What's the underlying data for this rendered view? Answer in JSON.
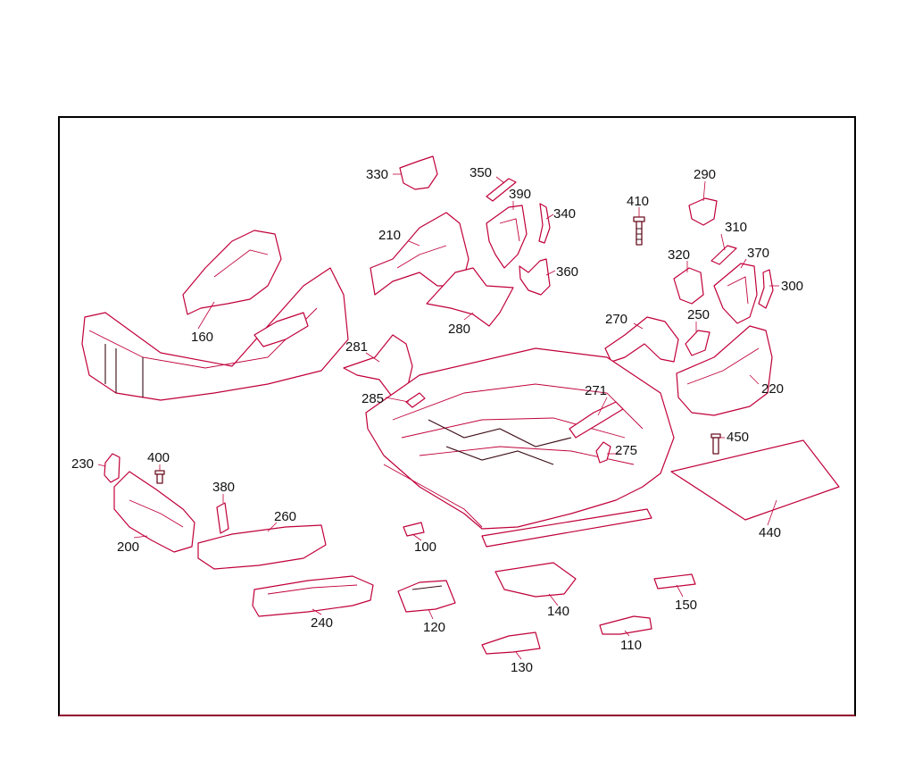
{
  "colors": {
    "line": "#c0003a",
    "ink": "#111111",
    "frame": "#000000",
    "background": "#ffffff"
  },
  "labels": {
    "p100": "100",
    "p110": "110",
    "p120": "120",
    "p130": "130",
    "p140": "140",
    "p150": "150",
    "p160": "160",
    "p200": "200",
    "p210": "210",
    "p220": "220",
    "p230": "230",
    "p240": "240",
    "p250": "250",
    "p260": "260",
    "p270": "270",
    "p271": "271",
    "p275": "275",
    "p280": "280",
    "p281": "281",
    "p285": "285",
    "p290": "290",
    "p300": "300",
    "p310": "310",
    "p320": "320",
    "p330": "330",
    "p340": "340",
    "p350": "350",
    "p360": "360",
    "p370": "370",
    "p380": "380",
    "p390": "390",
    "p400": "400",
    "p410": "410",
    "p440": "440",
    "p450": "450"
  }
}
